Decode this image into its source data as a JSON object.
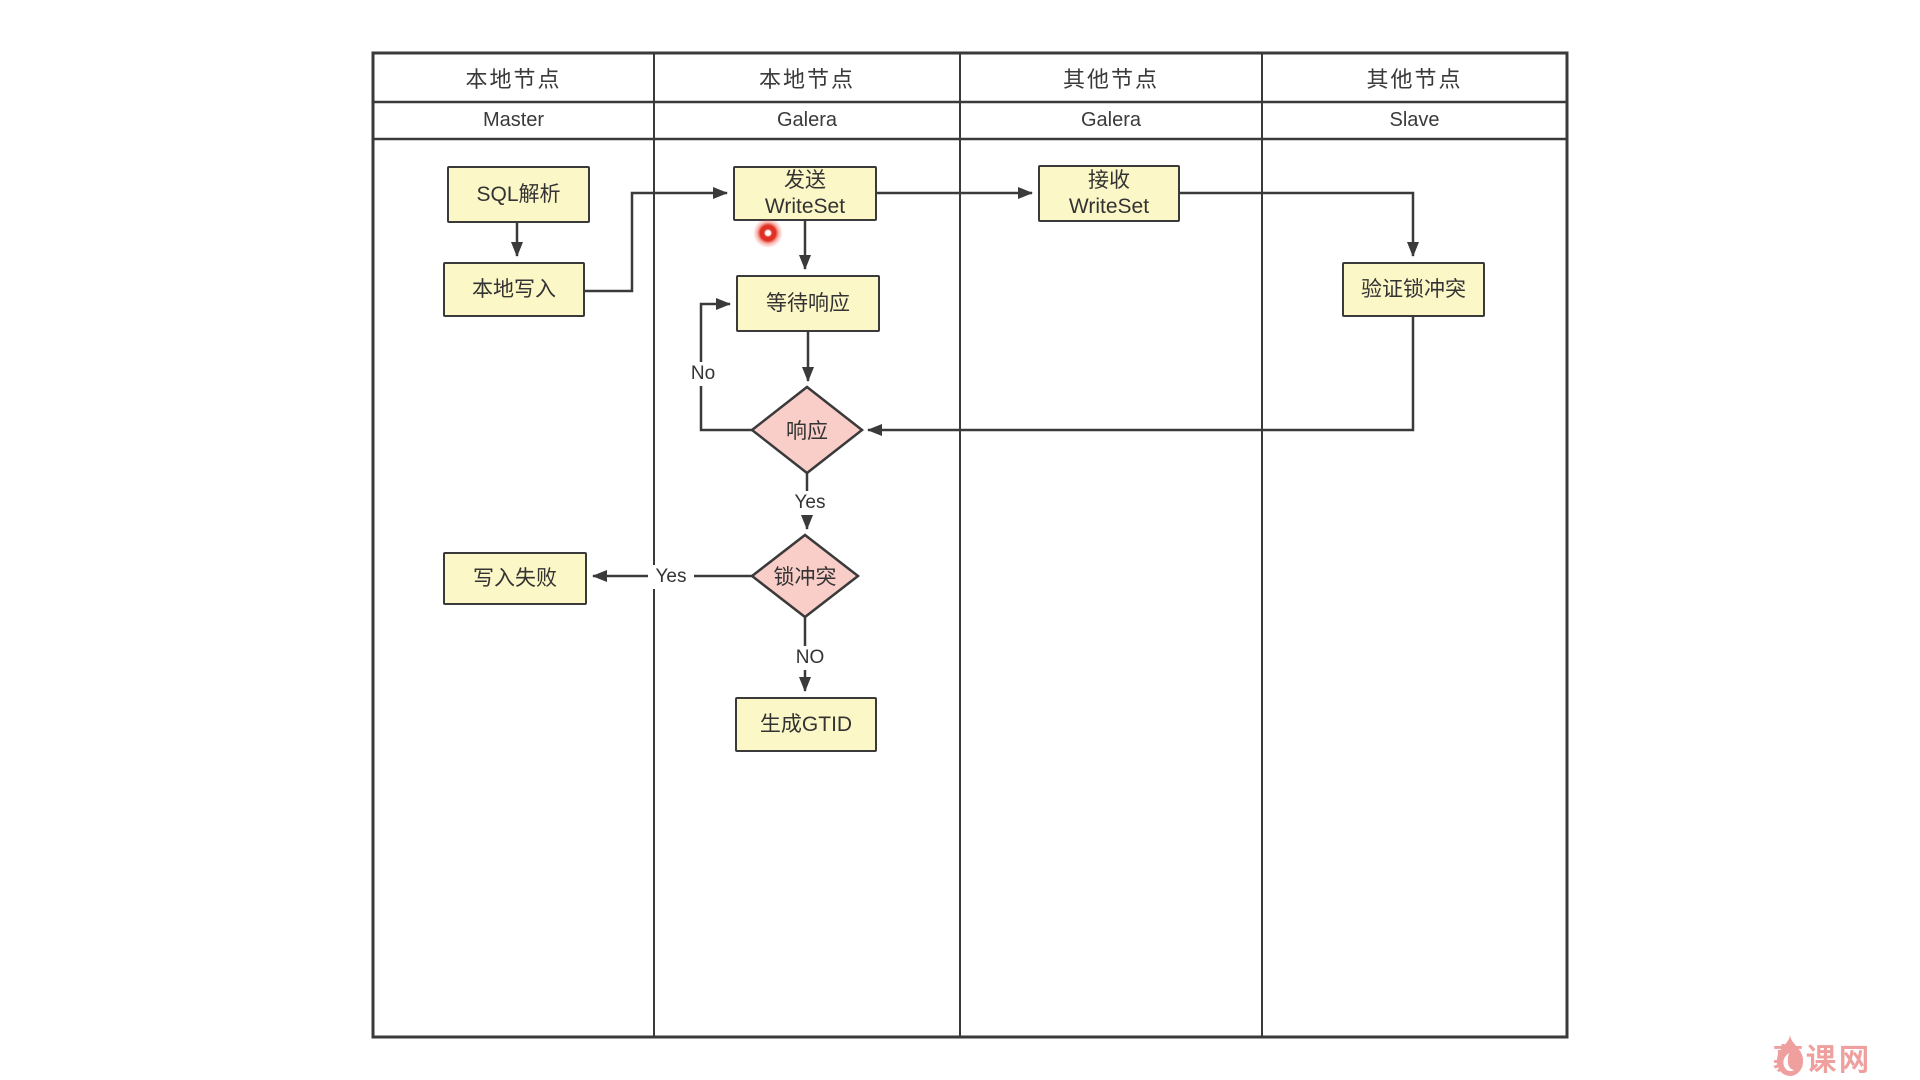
{
  "diagram": {
    "title_hint": "Galera cluster write flow swimlane diagram",
    "lanes": [
      {
        "group": "本地节点",
        "role": "Master"
      },
      {
        "group": "本地节点",
        "role": "Galera"
      },
      {
        "group": "其他节点",
        "role": "Galera"
      },
      {
        "group": "其他节点",
        "role": "Slave"
      }
    ],
    "nodes": {
      "sql_parse": "SQL解析",
      "local_write": "本地写入",
      "send_writeset": "发送\nWriteSet",
      "wait_response": "等待响应",
      "response": "响应",
      "lock_conflict": "锁冲突",
      "write_fail": "写入失败",
      "gen_gtid": "生成GTID",
      "recv_writeset": "接收\nWriteSet",
      "verify_lock": "验证锁冲突"
    },
    "edge_labels": {
      "no_loop": "No",
      "yes_down": "Yes",
      "yes_left": "Yes",
      "no_down": "NO"
    },
    "colors": {
      "process_fill": "#fbf7c6",
      "decision_fill": "#f9cdc8",
      "line": "#3a3a3a",
      "cursor_dot": "#e03024",
      "brand": "#efa09e"
    }
  },
  "watermark": {
    "brand": "慕课网"
  }
}
